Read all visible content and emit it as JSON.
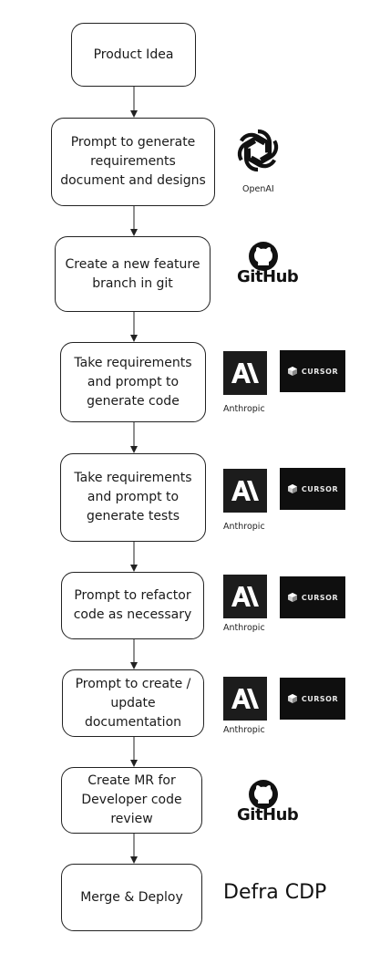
{
  "steps": [
    "Product Idea",
    "Prompt to generate\nrequirements\ndocument and designs",
    "Create a new feature\nbranch in git",
    "Take requirements\nand prompt to\ngenerate code",
    "Take requirements\nand prompt to\ngenerate tests",
    "Prompt to refactor\ncode as necessary",
    "Prompt to create /\nupdate\ndocumentation",
    "Create MR for\nDeveloper code\nreview",
    "Merge & Deploy"
  ],
  "tools": {
    "openai_caption": "OpenAI",
    "github_wordmark": "GitHub",
    "anthropic_caption": "Anthropic",
    "cursor_wordmark": "CURSOR",
    "platform": "Defra CDP"
  },
  "icons": [
    "openai-logo-icon",
    "github-logo-icon",
    "anthropic-logo-icon",
    "cursor-logo-icon"
  ]
}
